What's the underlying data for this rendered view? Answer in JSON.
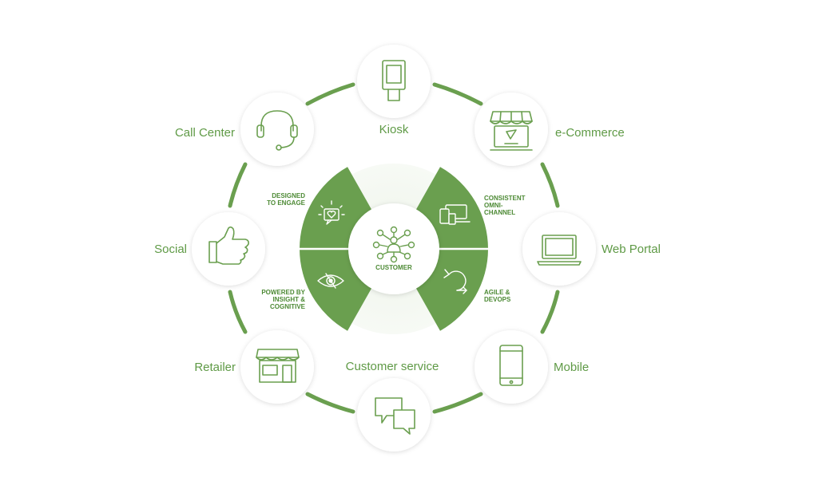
{
  "colors": {
    "accent": "#6a9f4f",
    "ring": "#6a9f4f",
    "text": "#5f9a46"
  },
  "channels": {
    "kiosk": "Kiosk",
    "ecommerce": "e-Commerce",
    "web_portal": "Web Portal",
    "mobile": "Mobile",
    "customer_service": "Customer service",
    "retailer": "Retailer",
    "social": "Social",
    "call_center": "Call Center"
  },
  "center": {
    "label": "CUSTOMER"
  },
  "pillars": {
    "designed": [
      "DESIGNED",
      "TO ENGAGE"
    ],
    "consistent": [
      "CONSISTENT",
      "OMNI-",
      "CHANNEL"
    ],
    "powered": [
      "POWERED BY",
      "INSIGHT &",
      "COGNITIVE"
    ],
    "agile": [
      "AGILE &",
      "DEVOPS"
    ]
  },
  "icons": [
    "kiosk-icon",
    "storefront-laptop-icon",
    "laptop-icon",
    "smartphone-icon",
    "chat-bubbles-icon",
    "store-icon",
    "thumbs-up-icon",
    "headset-icon",
    "lightbulb-heart-icon",
    "devices-icon",
    "eye-icon",
    "cycle-arrow-icon",
    "network-people-icon"
  ]
}
